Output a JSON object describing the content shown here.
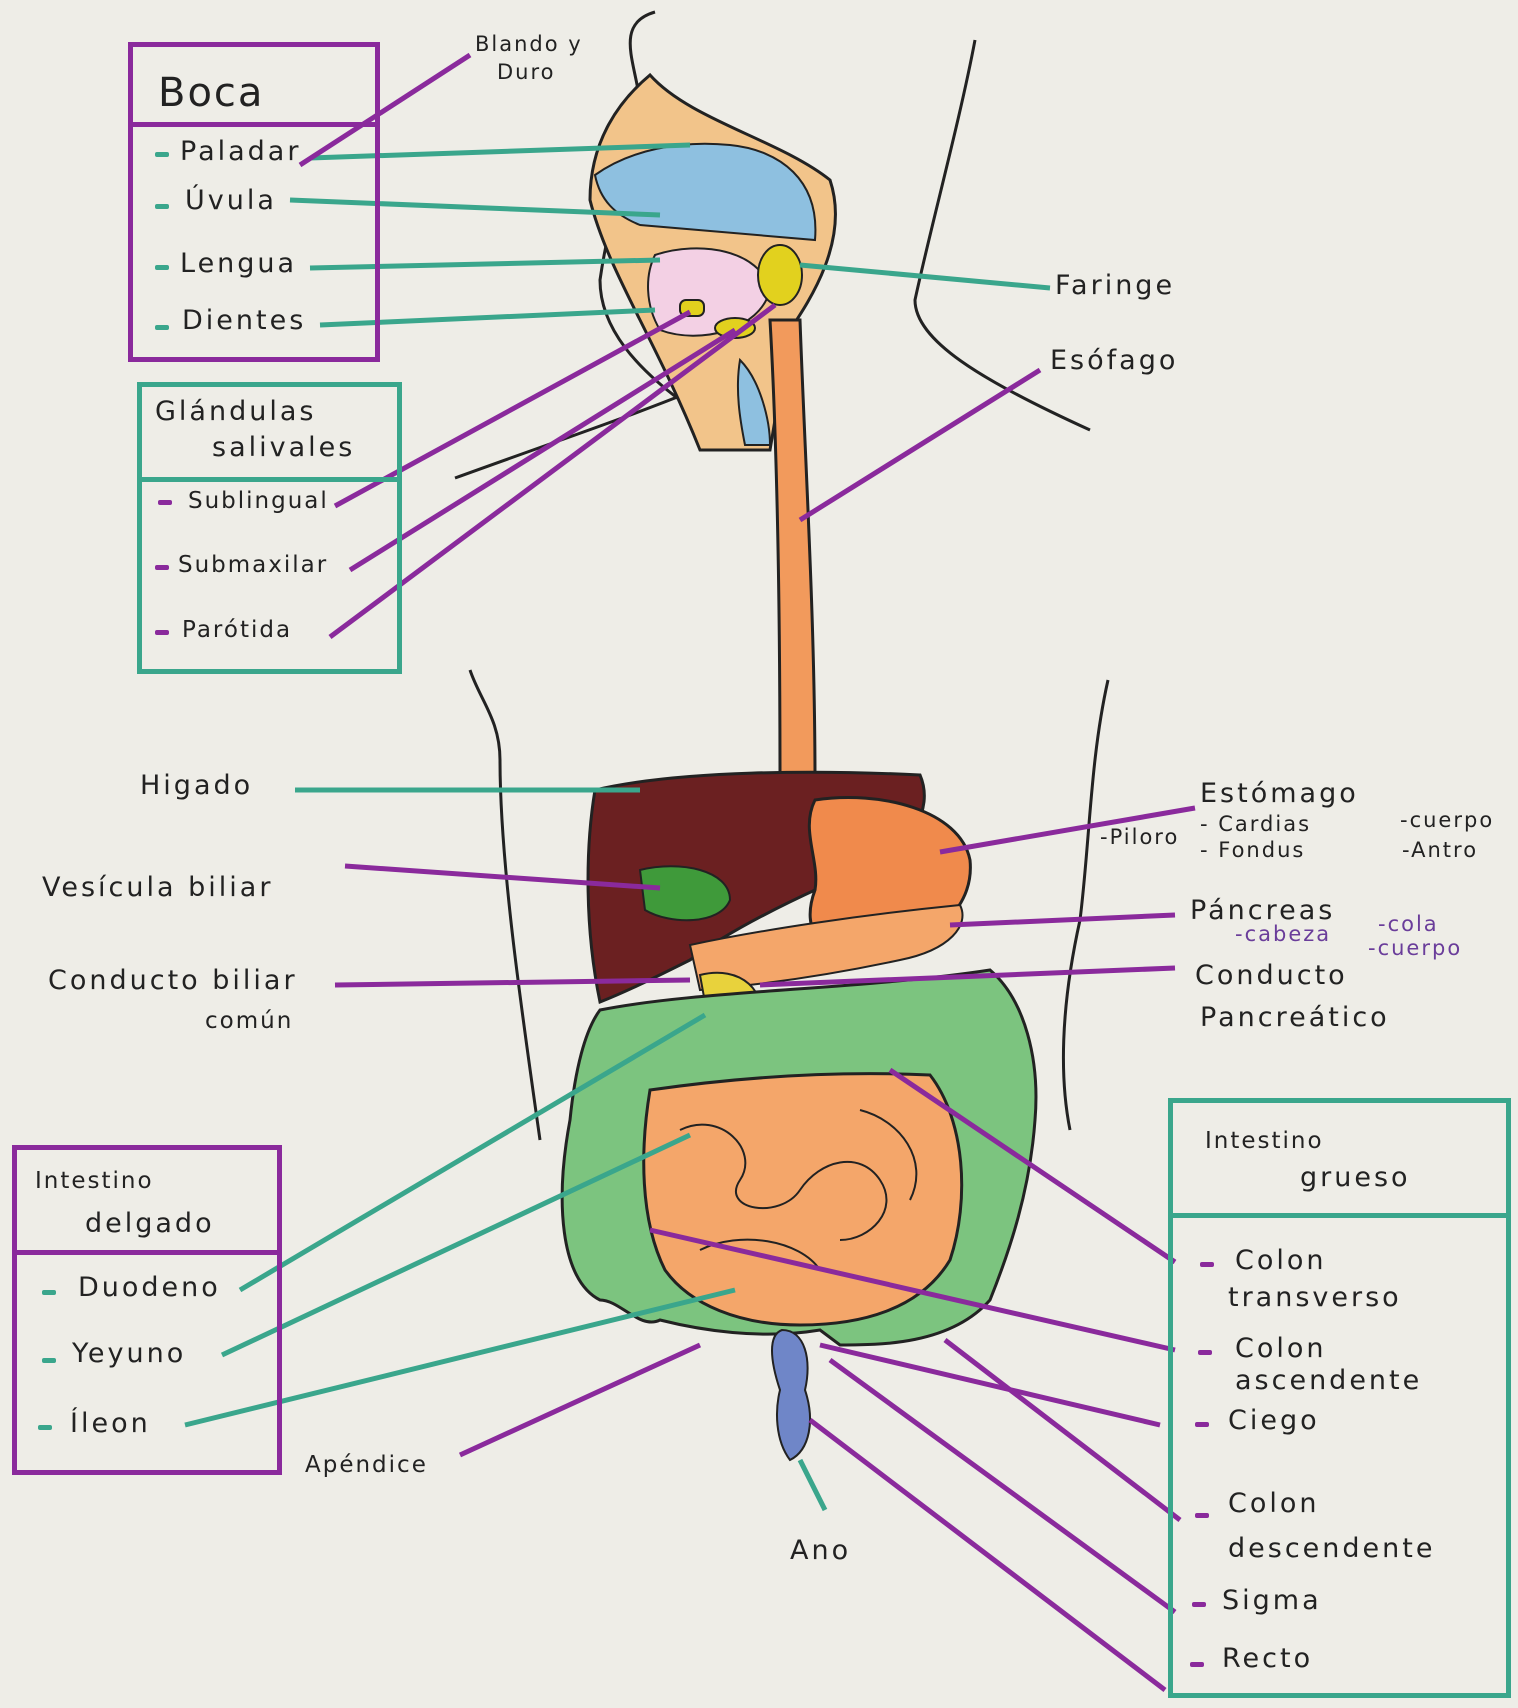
{
  "colors": {
    "purple_line": "#8a2a9c",
    "teal_line": "#3aa68c",
    "ink": "#1e1e1e",
    "paper": "#eeede7",
    "liver": "#6b2021",
    "gallbladder": "#3f9a3a",
    "stomach": "#f08a4c",
    "esophagus": "#f29a5c",
    "small_intestine": "#f4a66a",
    "large_intestine": "#7cc47f",
    "rectum": "#6f86c8",
    "mouth_roof": "#8ec0e0",
    "glands": "#e2d11e",
    "tongue": "#f3d0e4"
  },
  "boca": {
    "title": "Boca",
    "items": [
      "Paladar",
      "Úvula",
      "Lengua",
      "Dientes"
    ]
  },
  "glandulas": {
    "title_line1": "Glándulas",
    "title_line2": "salivales",
    "items": [
      "Sublingual",
      "Submaxilar",
      "Parótida"
    ]
  },
  "delgado": {
    "title_line1": "Intestino",
    "title_line2": "delgado",
    "items": [
      "Duodeno",
      "Yeyuno",
      "Íleon"
    ]
  },
  "grueso": {
    "title_line1": "Intestino",
    "title_line2": "grueso",
    "items": [
      {
        "line1": "Colon",
        "line2": "transverso"
      },
      {
        "line1": "Colon",
        "line2": "ascendente"
      },
      {
        "line1": "Ciego",
        "line2": ""
      },
      {
        "line1": "Colon",
        "line2": "descendente"
      },
      {
        "line1": "Sigma",
        "line2": ""
      },
      {
        "line1": "Recto",
        "line2": ""
      }
    ]
  },
  "labels": {
    "blando_duro_1": "Blando y",
    "blando_duro_2": "Duro",
    "faringe": "Faringe",
    "esofago": "Esófago",
    "higado": "Higado",
    "vesicula": "Vesícula biliar",
    "conducto_biliar_1": "Conducto biliar",
    "conducto_biliar_2": "común",
    "estomago": "Estómago",
    "estomago_cardias": "- Cardias",
    "estomago_fondus": "- Fondus",
    "estomago_piloro": "-Piloro",
    "estomago_cuerpo": "-cuerpo",
    "estomago_antro": "-Antro",
    "pancreas": "Páncreas",
    "pancreas_cabeza": "-cabeza",
    "pancreas_cola": "-cola",
    "pancreas_cuerpo": "-cuerpo",
    "conducto_pancreatico_1": "Conducto",
    "conducto_pancreatico_2": "Pancreático",
    "apendice": "Apéndice",
    "ano": "Ano"
  }
}
